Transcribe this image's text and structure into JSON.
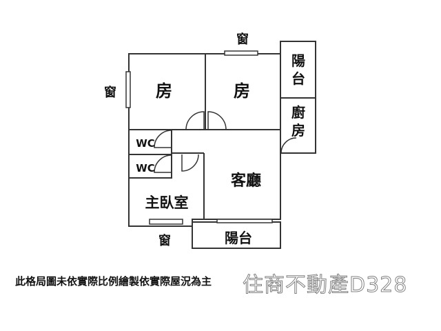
{
  "rooms": {
    "bedroom_left": "房",
    "bedroom_right": "房",
    "wc_upper": "WC",
    "wc_lower": "WC",
    "master_bedroom": "主臥室",
    "living_room": "客廳",
    "balcony_top": "陽\n台",
    "kitchen": "廚\n房",
    "balcony_bottom": "陽台"
  },
  "windows": {
    "top": "窗",
    "left": "窗",
    "bottom": "窗"
  },
  "note": "此格局圖未依實際比例繪製依實際屋況為主",
  "watermark": "住商不動產D328"
}
